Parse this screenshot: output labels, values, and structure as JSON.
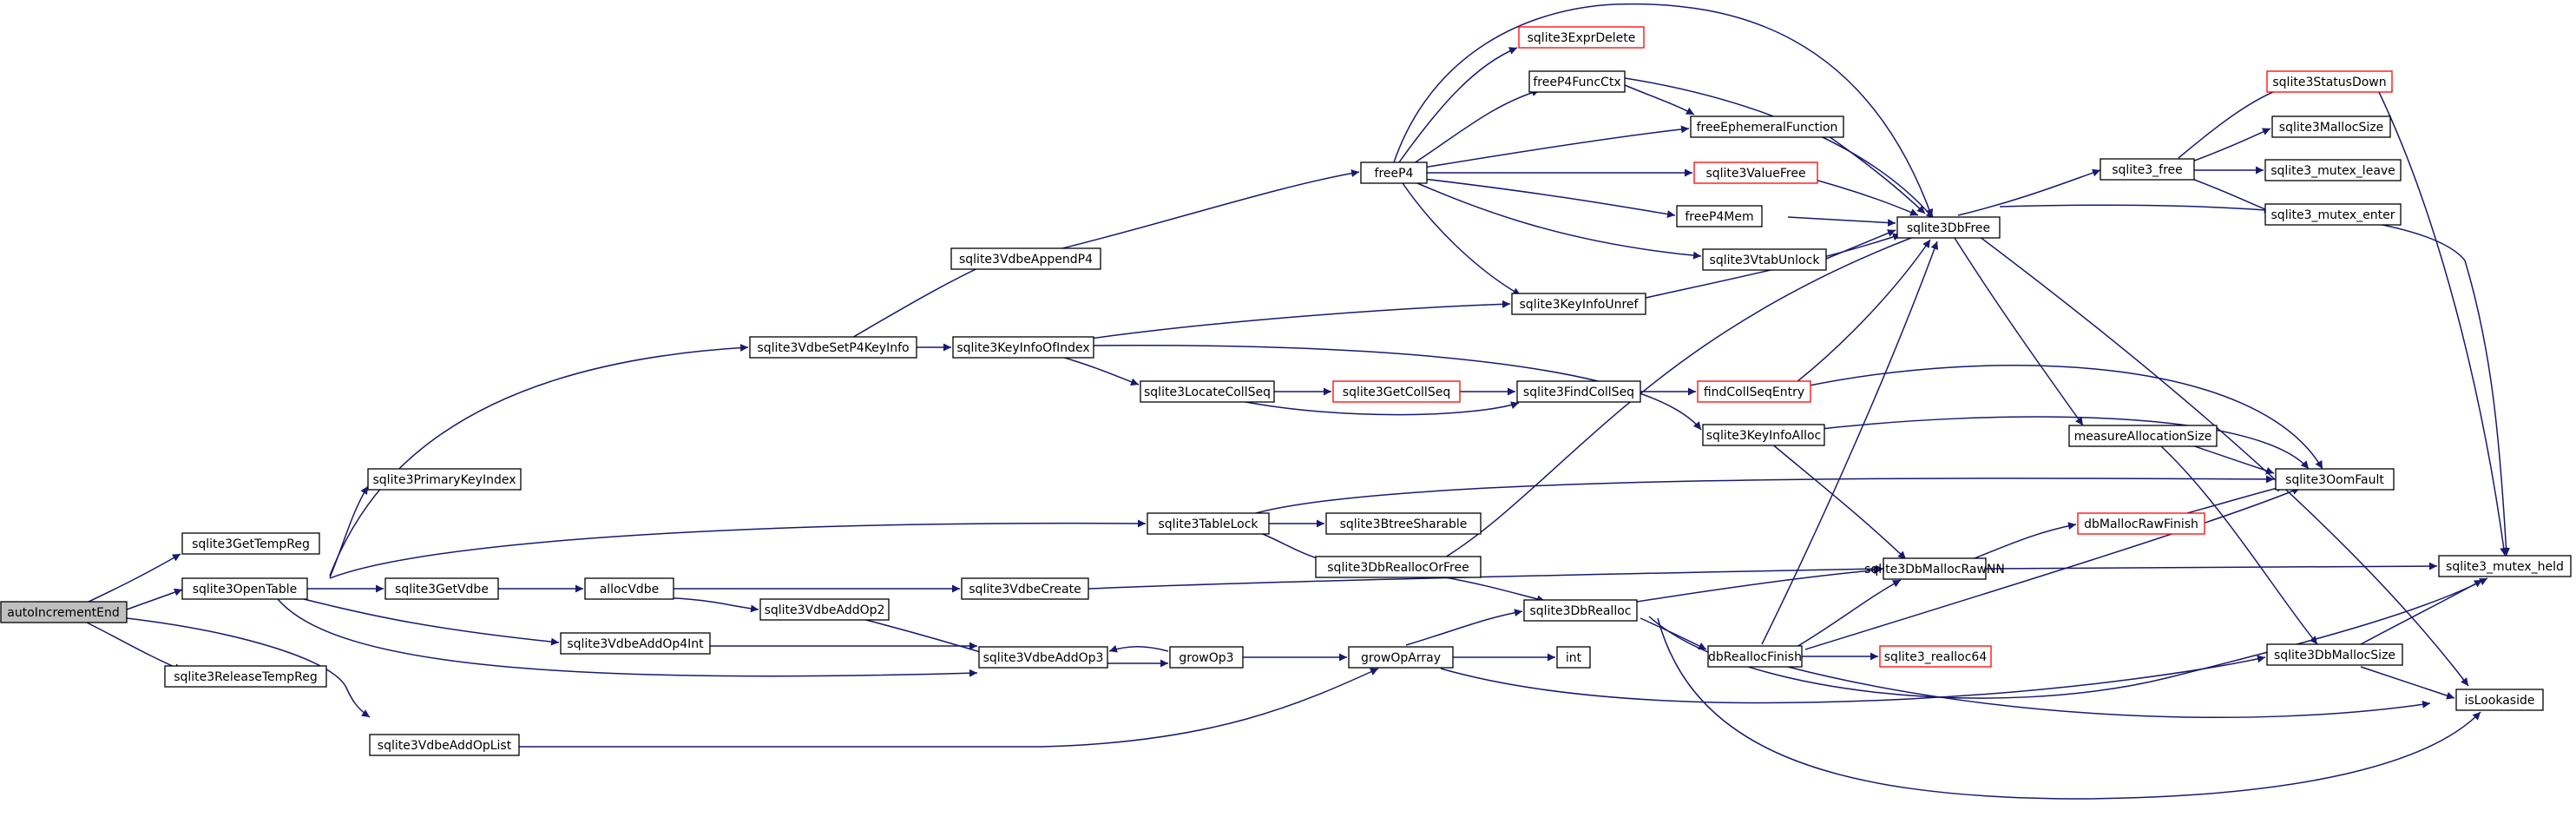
{
  "graph": {
    "title": "",
    "edge_color": "#191970",
    "root_fill": "#bfbfbf",
    "truncated_border": "#ff0000",
    "nodes": {
      "autoIncrementEnd": "autoIncrementEnd",
      "sqlite3GetTempReg": "sqlite3GetTempReg",
      "sqlite3OpenTable": "sqlite3OpenTable",
      "sqlite3ReleaseTempReg": "sqlite3ReleaseTempReg",
      "sqlite3VdbeAddOpList": "sqlite3VdbeAddOpList",
      "sqlite3PrimaryKeyIndex": "sqlite3PrimaryKeyIndex",
      "sqlite3VdbeSetP4KeyInfo": "sqlite3VdbeSetP4KeyInfo",
      "sqlite3GetVdbe": "sqlite3GetVdbe",
      "sqlite3VdbeAddOp4Int": "sqlite3VdbeAddOp4Int",
      "sqlite3VdbeAddOp3": "sqlite3VdbeAddOp3",
      "allocVdbe": "allocVdbe",
      "sqlite3VdbeAddOp2": "sqlite3VdbeAddOp2",
      "sqlite3VdbeCreate": "sqlite3VdbeCreate",
      "sqlite3TableLock": "sqlite3TableLock",
      "sqlite3BtreeSharable": "sqlite3BtreeSharable",
      "sqlite3DbReallocOrFree": "sqlite3DbReallocOrFree",
      "sqlite3KeyInfoOfIndex": "sqlite3KeyInfoOfIndex",
      "sqlite3VdbeAppendP4": "sqlite3VdbeAppendP4",
      "sqlite3LocateCollSeq": "sqlite3LocateCollSeq",
      "sqlite3GetCollSeq": "sqlite3GetCollSeq",
      "sqlite3FindCollSeq": "sqlite3FindCollSeq",
      "growOp3": "growOp3",
      "growOpArray": "growOpArray",
      "sqlite3DbRealloc": "sqlite3DbRealloc",
      "int": "int",
      "freeP4": "freeP4",
      "sqlite3ExprDelete": "sqlite3ExprDelete",
      "freeP4FuncCtx": "freeP4FuncCtx",
      "freeEphemeralFunction": "freeEphemeralFunction",
      "sqlite3ValueFree": "sqlite3ValueFree",
      "freeP4Mem": "freeP4Mem",
      "sqlite3VtabUnlock": "sqlite3VtabUnlock",
      "sqlite3KeyInfoUnref": "sqlite3KeyInfoUnref",
      "findCollSeqEntry": "findCollSeqEntry",
      "sqlite3KeyInfoAlloc": "sqlite3KeyInfoAlloc",
      "sqlite3DbFree": "sqlite3DbFree",
      "sqlite3DbMallocRawNN": "sqlite3DbMallocRawNN",
      "dbReallocFinish": "dbReallocFinish",
      "sqlite3_realloc64": "sqlite3_realloc64",
      "dbMallocRawFinish": "dbMallocRawFinish",
      "measureAllocationSize": "measureAllocationSize",
      "sqlite3_free": "sqlite3_free",
      "sqlite3StatusDown": "sqlite3StatusDown",
      "sqlite3MallocSize": "sqlite3MallocSize",
      "sqlite3_mutex_leave": "sqlite3_mutex_leave",
      "sqlite3_mutex_enter": "sqlite3_mutex_enter",
      "sqlite3OomFault": "sqlite3OomFault",
      "sqlite3DbMallocSize": "sqlite3DbMallocSize",
      "sqlite3_mutex_held": "sqlite3_mutex_held",
      "isLookaside": "isLookaside"
    }
  }
}
